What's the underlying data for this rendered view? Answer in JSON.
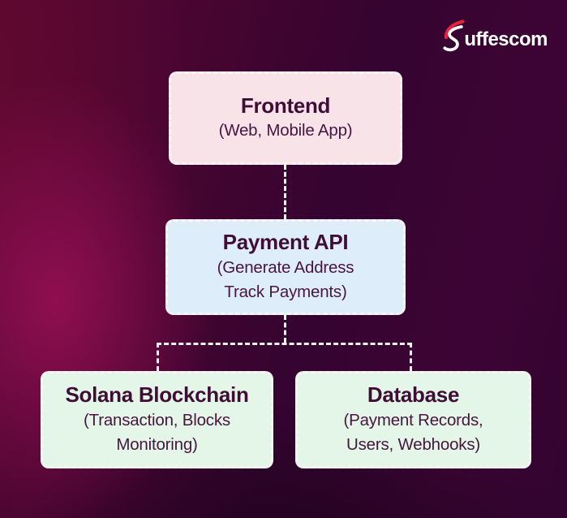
{
  "brand": {
    "name_initial": "S",
    "name_rest": "uffescom",
    "accent_color": "#e6223d",
    "text_color": "#ffffff"
  },
  "diagram": {
    "nodes": [
      {
        "id": "frontend",
        "title": "Frontend",
        "subtitle_lines": [
          "(Web, Mobile App)"
        ],
        "fill": "#f8e3e9"
      },
      {
        "id": "payment-api",
        "title": "Payment API",
        "subtitle_lines": [
          "(Generate Address",
          "Track Payments)"
        ],
        "fill": "#ddedf9"
      },
      {
        "id": "solana-blockchain",
        "title": "Solana Blockchain",
        "subtitle_lines": [
          "(Transaction, Blocks",
          "Monitoring)"
        ],
        "fill": "#e3f6e7"
      },
      {
        "id": "database",
        "title": "Database",
        "subtitle_lines": [
          "(Payment Records,",
          "Users, Webhooks)"
        ],
        "fill": "#e3f6e7"
      }
    ],
    "edges": [
      {
        "from": "frontend",
        "to": "payment-api",
        "style": "dashed"
      },
      {
        "from": "payment-api",
        "to": "solana-blockchain",
        "style": "dashed"
      },
      {
        "from": "payment-api",
        "to": "database",
        "style": "dashed"
      }
    ],
    "line_color": "#fbf4f7",
    "title_color": "#400d37",
    "subtitle_color": "#471540",
    "background_base": "#38042f",
    "background_highlight": "#8e1150"
  }
}
